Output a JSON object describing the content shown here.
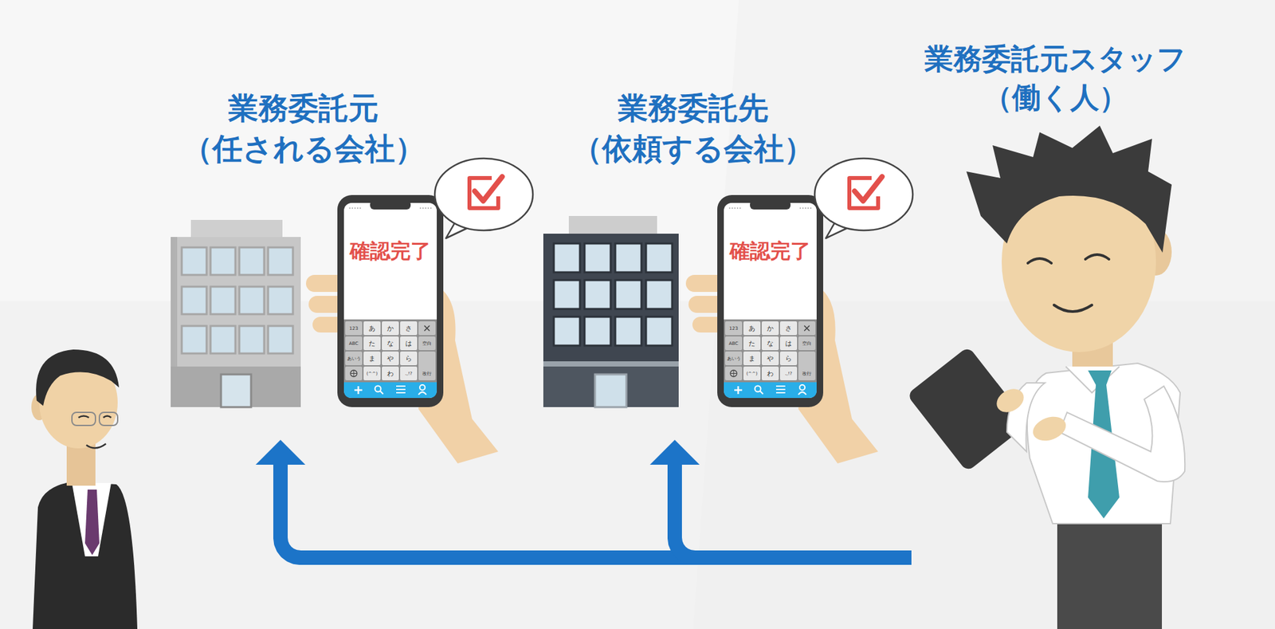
{
  "diagram": {
    "nodes": [
      {
        "text": [
          "業務委託元 （任される会社）"
        ]
      },
      {
        "text": [
          "確認完了"
        ],
        "in": 0
      },
      {
        "text": [
          "業務委託先 （依頼する会社）"
        ]
      },
      {
        "text": [
          "確認完了"
        ],
        "in": 2
      },
      {
        "text": [
          "業務委託元スタッフ （働く人）"
        ]
      }
    ],
    "edges": [
      {
        "from": 4,
        "to": 0,
        "arrow": "to"
      },
      {
        "from": 4,
        "to": 2,
        "arrow": "to"
      }
    ],
    "labels": [
      "123",
      "あ",
      "か",
      "さ",
      "ABC",
      "た",
      "な",
      "は",
      "空白",
      "あいう",
      "ま",
      "や",
      "ら",
      "(^^)",
      "わ",
      ".,!?",
      "改行",
      "123",
      "あ",
      "か",
      "さ",
      "ABC",
      "た",
      "な",
      "は",
      "空白",
      "あいう",
      "ま",
      "や",
      "ら",
      "(^^)",
      "わ",
      ".,!?",
      "改行"
    ]
  }
}
